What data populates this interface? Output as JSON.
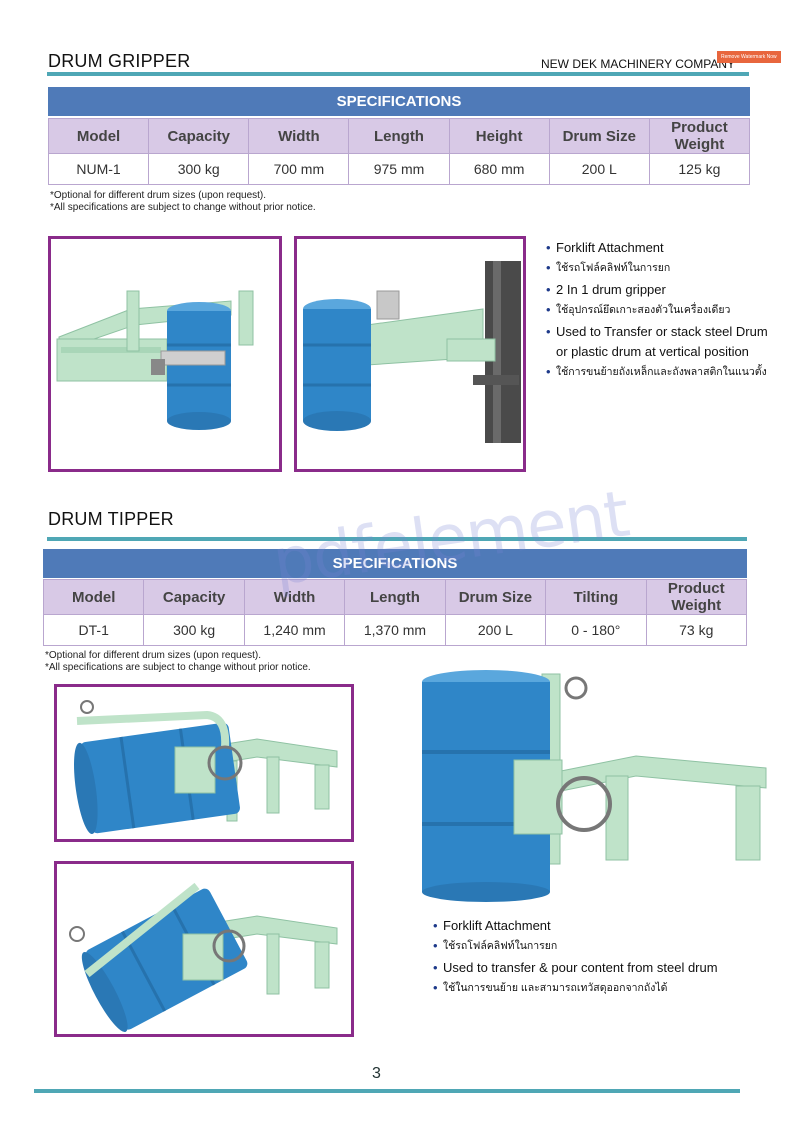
{
  "header": {
    "company": "NEW DEK MACHINERY COMPANY",
    "watermark_badge": "Remove Watermark Now"
  },
  "gripper": {
    "title": "DRUM GRIPPER",
    "spec_title": "SPECIFICATIONS",
    "columns": [
      "Model",
      "Capacity",
      "Width",
      "Length",
      "Height",
      "Drum Size",
      "Product Weight"
    ],
    "row": [
      "NUM-1",
      "300 kg",
      "700 mm",
      "975 mm",
      "680 mm",
      "200 L",
      "125 kg"
    ],
    "notes": [
      "*Optional for different drum sizes (upon request).",
      "*All specifications are subject to change without prior notice."
    ],
    "bullets": [
      {
        "lang": "en",
        "text": "Forklift Attachment"
      },
      {
        "lang": "th",
        "text": "ใช้รถโฟล์คลิฟท์ในการยก"
      },
      {
        "lang": "en",
        "text": "2 In 1 drum gripper"
      },
      {
        "lang": "th",
        "text": "ใช้อุปกรณ์ยึดเกาะสองตัวในเครื่องเดียว"
      },
      {
        "lang": "en",
        "text": "Used to Transfer or stack steel Drum or plastic drum at vertical position"
      },
      {
        "lang": "th",
        "text": "ใช้การขนย้ายถังเหล็กและถังพลาสติกในแนวตั้ง"
      }
    ]
  },
  "tipper": {
    "title": "DRUM TIPPER",
    "spec_title": "SPECIFICATIONS",
    "columns": [
      "Model",
      "Capacity",
      "Width",
      "Length",
      "Drum Size",
      "Tilting",
      "Product Weight"
    ],
    "row": [
      "DT-1",
      "300 kg",
      "1,240 mm",
      "1,370 mm",
      "200 L",
      "0 - 180°",
      "73 kg"
    ],
    "notes": [
      "*Optional for different drum sizes (upon request).",
      "*All specifications are subject to change without prior notice."
    ],
    "bullets": [
      {
        "lang": "en",
        "text": "Forklift Attachment"
      },
      {
        "lang": "th",
        "text": "ใช้รถโฟล์คลิฟท์ในการยก"
      },
      {
        "lang": "en",
        "text": "Used to transfer & pour content from steel drum"
      },
      {
        "lang": "th",
        "text": "ใช้ในการขนย้าย และสามารถเทวัสดุออกจากถังได้"
      }
    ]
  },
  "watermark": "pdfelement",
  "footer": {
    "page_number": "3"
  },
  "colors": {
    "rule": "#4fa7b5",
    "spec_header": "#4f7ab8",
    "column_header": "#d8c9e6",
    "frame": "#8a2b8a",
    "drum": "#2f86c8",
    "machine": "#bfe3c9"
  }
}
